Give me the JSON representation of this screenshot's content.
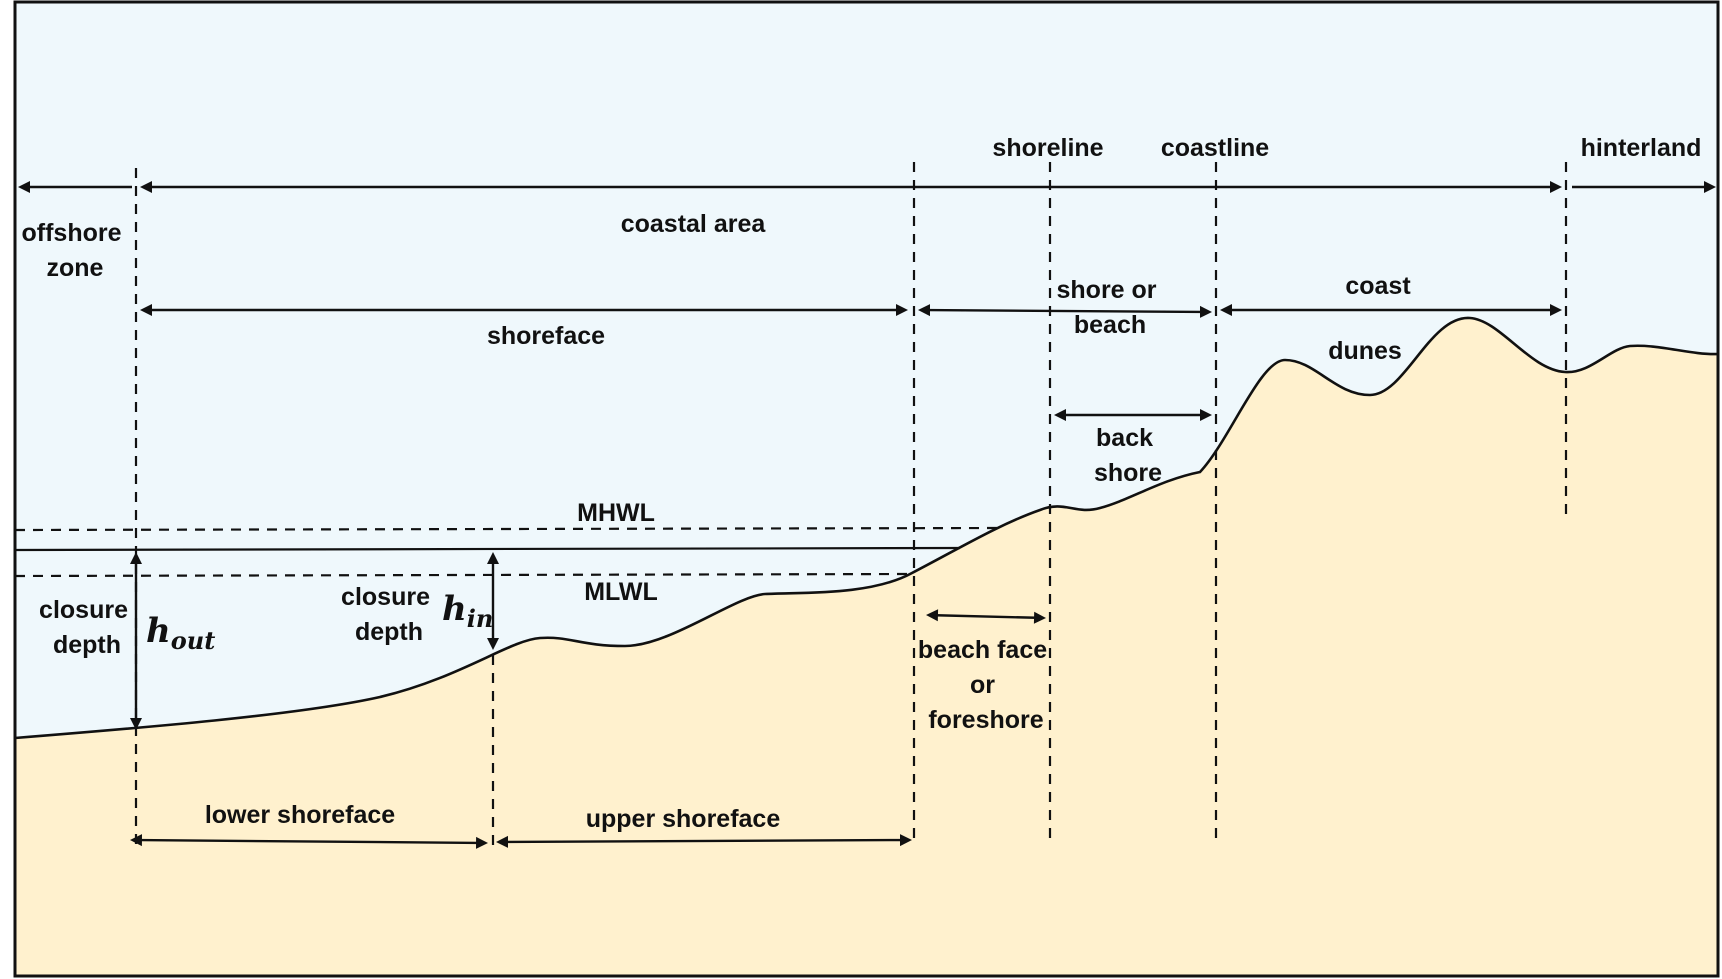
{
  "colors": {
    "sky": "#eff8fc",
    "sand": "#fff1ce",
    "outline": "#111111"
  },
  "labels": {
    "shoreline": "shoreline",
    "coastline": "coastline",
    "hinterland": "hinterland",
    "offshore_zone": [
      "offshore",
      "zone"
    ],
    "coastal_area": "coastal area",
    "shoreface": "shoreface",
    "shore_or_beach": [
      "shore or",
      "beach"
    ],
    "coast": "coast",
    "dunes": "dunes",
    "back_shore": [
      "back",
      "shore"
    ],
    "mhwl": "MHWL",
    "mlwl": "MLWL",
    "closure_depth_out": [
      "closure",
      "depth"
    ],
    "closure_depth_in": [
      "closure",
      "depth"
    ],
    "h_out": {
      "base": "h",
      "sub": "out"
    },
    "h_in": {
      "base": "h",
      "sub": "in"
    },
    "beach_face": [
      "beach face",
      "or",
      "foreshore"
    ],
    "lower_shoreface": "lower shoreface",
    "upper_shoreface": "upper shoreface"
  }
}
